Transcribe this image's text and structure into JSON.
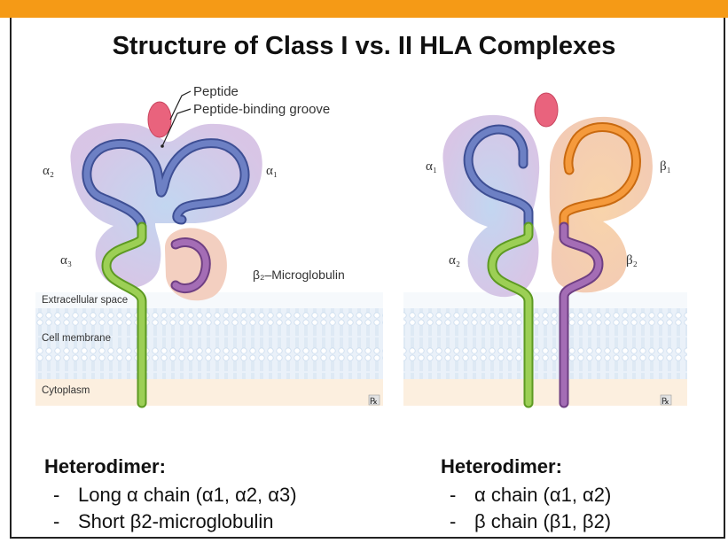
{
  "colors": {
    "top_bar": "#F59A16",
    "alpha_chain": "#5C6FB0",
    "alpha3_chain": "#8BC43F",
    "beta_chain": "#F08A24",
    "beta2_microglobulin": "#9A5AA8",
    "peptide": "#E8607A",
    "domain_fill": "#D9C3E4",
    "membrane": "#DDE9F5"
  },
  "title": "Structure of Class I vs. II HLA Complexes",
  "class1": {
    "labels": {
      "peptide": "Peptide",
      "groove": "Peptide-binding groove",
      "alpha2": "α₂",
      "alpha1": "α₁",
      "alpha3": "α₃",
      "b2m": "β₂–Microglobulin",
      "extracellular": "Extracellular space",
      "membrane": "Cell membrane",
      "cytoplasm": "Cytoplasm",
      "logo": "℞"
    },
    "heterodimer": {
      "heading": "Heterodimer:",
      "items": [
        {
          "dash": "-",
          "text": "Long α chain (α1, α2, α3)"
        },
        {
          "dash": "-",
          "text": "Short β2-microglobulin"
        }
      ]
    }
  },
  "class2": {
    "labels": {
      "alpha1": "α₁",
      "beta1": "β₁",
      "alpha2": "α₂",
      "beta2": "β₂",
      "logo": "℞"
    },
    "heterodimer": {
      "heading": "Heterodimer:",
      "items": [
        {
          "dash": "-",
          "text": "α chain (α1, α2)"
        },
        {
          "dash": "-",
          "text": "β chain (β1, β2)"
        }
      ]
    }
  }
}
